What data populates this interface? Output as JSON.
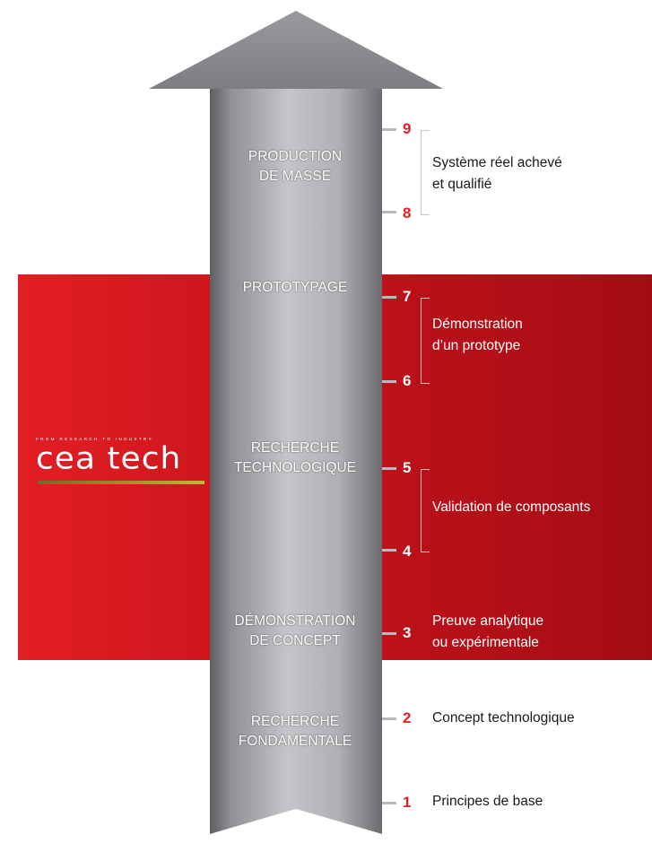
{
  "logo": {
    "tagline": "FROM RESEARCH TO INDUSTRY",
    "wordmark": "cea tech"
  },
  "stages": [
    {
      "line1": "PRODUCTION",
      "line2": "DE MASSE"
    },
    {
      "line1": "PROTOTYPAGE",
      "line2": ""
    },
    {
      "line1": "RECHERCHE",
      "line2": "TECHNOLOGIQUE"
    },
    {
      "line1": "DÉMONSTRATION",
      "line2": "DE CONCEPT"
    },
    {
      "line1": "RECHERCHE",
      "line2": "FONDAMENTALE"
    }
  ],
  "levels": [
    "9",
    "8",
    "7",
    "6",
    "5",
    "4",
    "3",
    "2",
    "1"
  ],
  "descriptions": [
    {
      "line1": "Système réel achevé",
      "line2": "et qualifié"
    },
    {
      "line1": "Démonstration",
      "line2": "d’un prototype"
    },
    {
      "line1": "Validation de composants",
      "line2": ""
    },
    {
      "line1": "Preuve analytique",
      "line2": "ou expérimentale"
    },
    {
      "line1": "Concept technologique",
      "line2": ""
    },
    {
      "line1": "Principes de base",
      "line2": ""
    }
  ],
  "colors": {
    "red_band": "#c8141c",
    "level_number_red": "#e31e24",
    "level_number_white": "#ffffff",
    "arrow_gray": "#a9a9ad",
    "text_dark": "#1a1a1a"
  }
}
